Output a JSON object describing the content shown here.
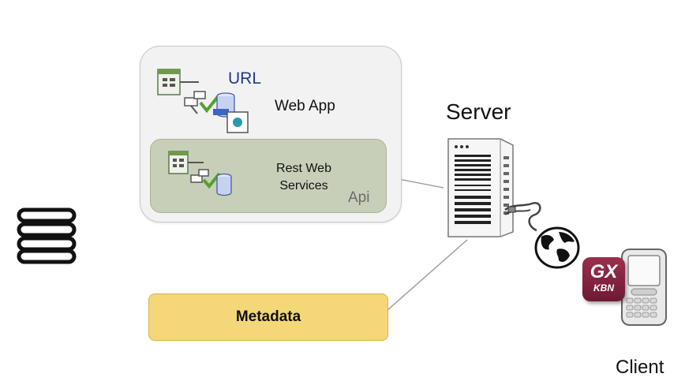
{
  "webapp": {
    "url_label": "URL",
    "title": "Web App",
    "api_section": {
      "line1": "Rest Web",
      "line2": "Services",
      "tag": "Api"
    }
  },
  "metadata": {
    "label": "Metadata"
  },
  "server": {
    "label": "Server"
  },
  "client": {
    "label": "Client",
    "badge_line1": "GX",
    "badge_line2": "KBN"
  },
  "icons": [
    "database-icon",
    "workflow-icon",
    "server-tower-icon",
    "network-cable-icon",
    "globe-icon",
    "gx-kbn-badge-icon",
    "smartphone-icon"
  ]
}
